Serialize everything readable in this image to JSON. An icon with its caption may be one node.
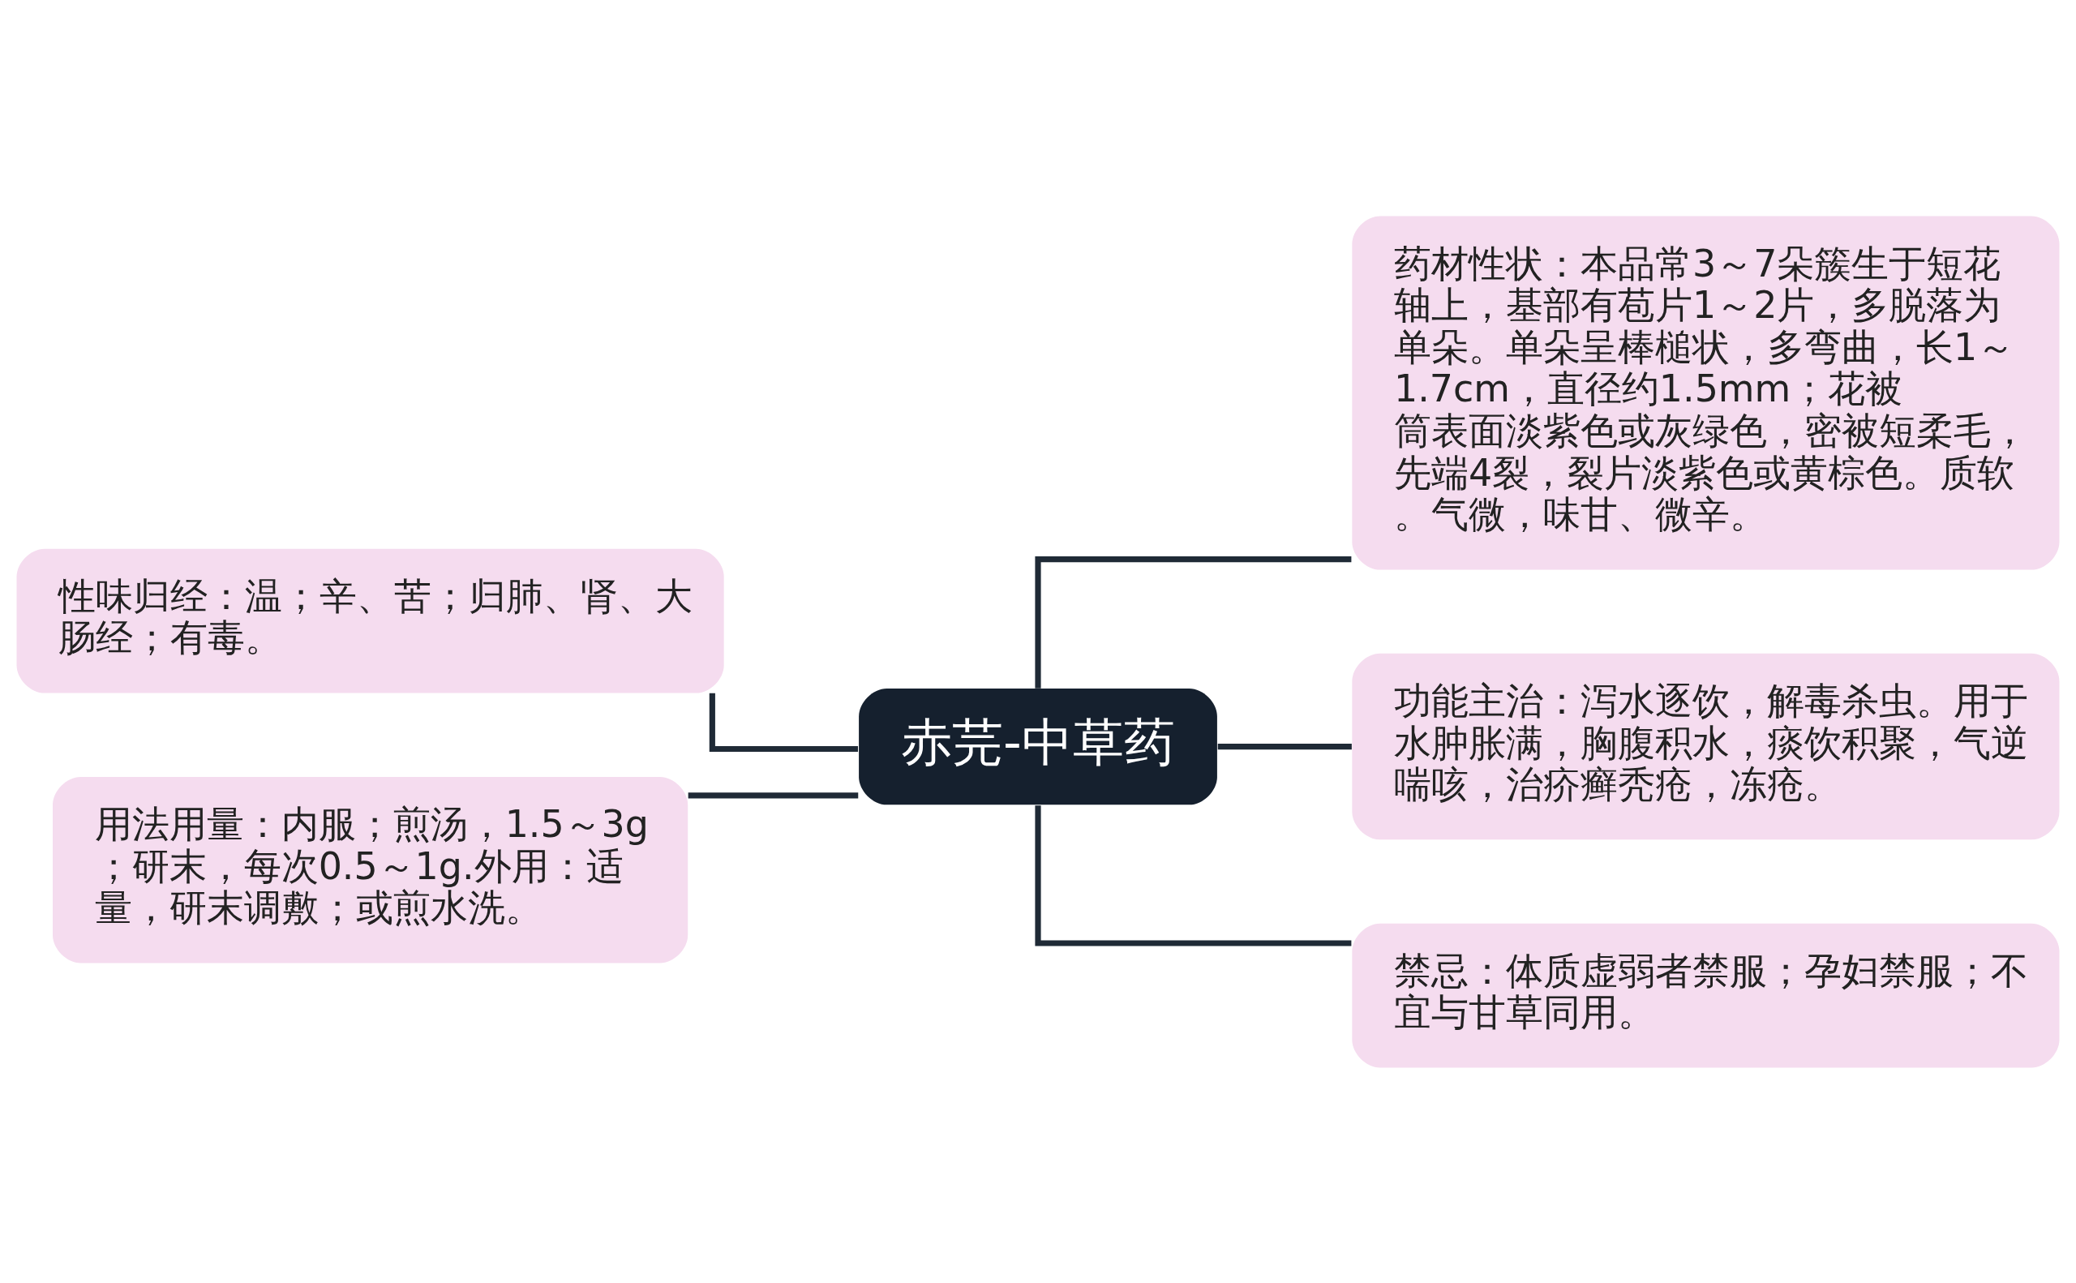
{
  "diagram": {
    "nodes": [
      {
        "text": [
          "赤芫-中草药"
        ]
      },
      {
        "text": [
          "性味归经：温；辛、苦；归肺、肾、大肠经；有毒。"
        ]
      },
      {
        "text": [
          "用法用量：内服；煎汤，1.5～3g；研末，每次0.5～1g.外用：适量，研末调敷；或煎水洗。"
        ]
      },
      {
        "text": [
          "药材性状：本品常3～7朵簇生于短花轴上，基部有苞片1～2片，多脱落为单朵。单朵呈棒槌状，多弯曲，长1～1.7cm，直径约1.5mm；花被筒表面淡紫色或灰绿色，密被短柔毛，先端4裂，裂片淡紫色或黄棕色。质软。气微，味甘、微辛。"
        ]
      },
      {
        "text": [
          "功能主治：泻水逐饮，解毒杀虫。用于水肿胀满，胸腹积水，痰饮积聚，气逆喘咳，治疥癣秃疮，冻疮。"
        ]
      },
      {
        "text": [
          "禁忌：体质虚弱者禁服；孕妇禁服；不宜与甘草同用。"
        ]
      }
    ],
    "edges": [
      {
        "from": 0,
        "to": 1,
        "arrow": "none"
      },
      {
        "from": 0,
        "to": 2,
        "arrow": "none"
      },
      {
        "from": 0,
        "to": 3,
        "arrow": "none"
      },
      {
        "from": 0,
        "to": 4,
        "arrow": "none"
      },
      {
        "from": 0,
        "to": 5,
        "arrow": "none"
      }
    ]
  }
}
